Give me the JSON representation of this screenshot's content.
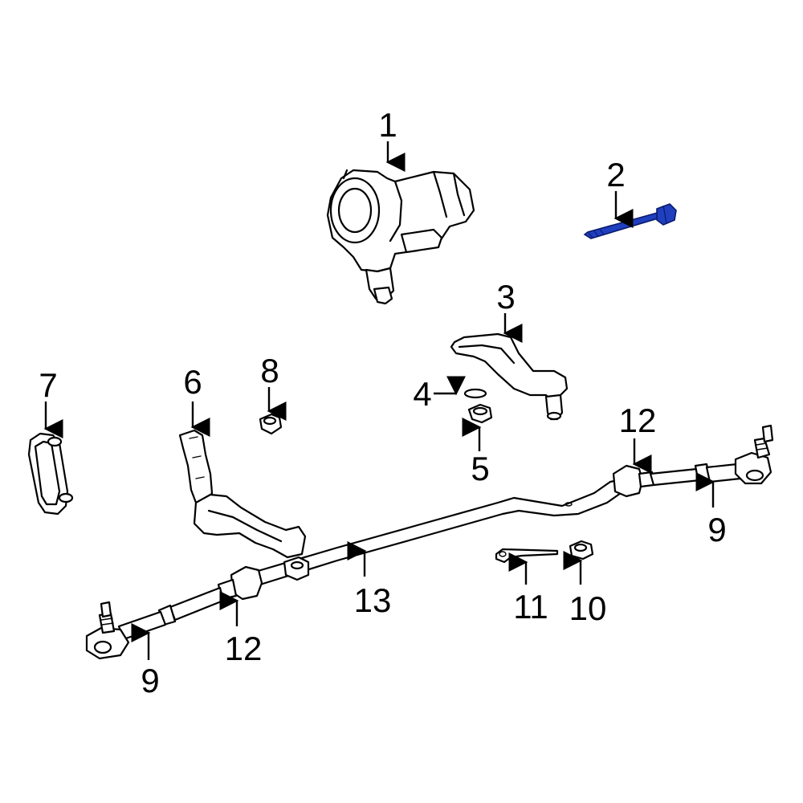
{
  "diagram": {
    "highlight_color": "#1f3fbf",
    "outline_color": "#000000",
    "background": "#ffffff",
    "highlighted_part": "2",
    "callouts": {
      "c1": "1",
      "c2": "2",
      "c3": "3",
      "c4": "4",
      "c5": "5",
      "c6": "6",
      "c7": "7",
      "c8": "8",
      "c9_right": "9",
      "c9_left": "9",
      "c10": "10",
      "c11": "11",
      "c12_right": "12",
      "c12_left": "12",
      "c13": "13"
    }
  }
}
